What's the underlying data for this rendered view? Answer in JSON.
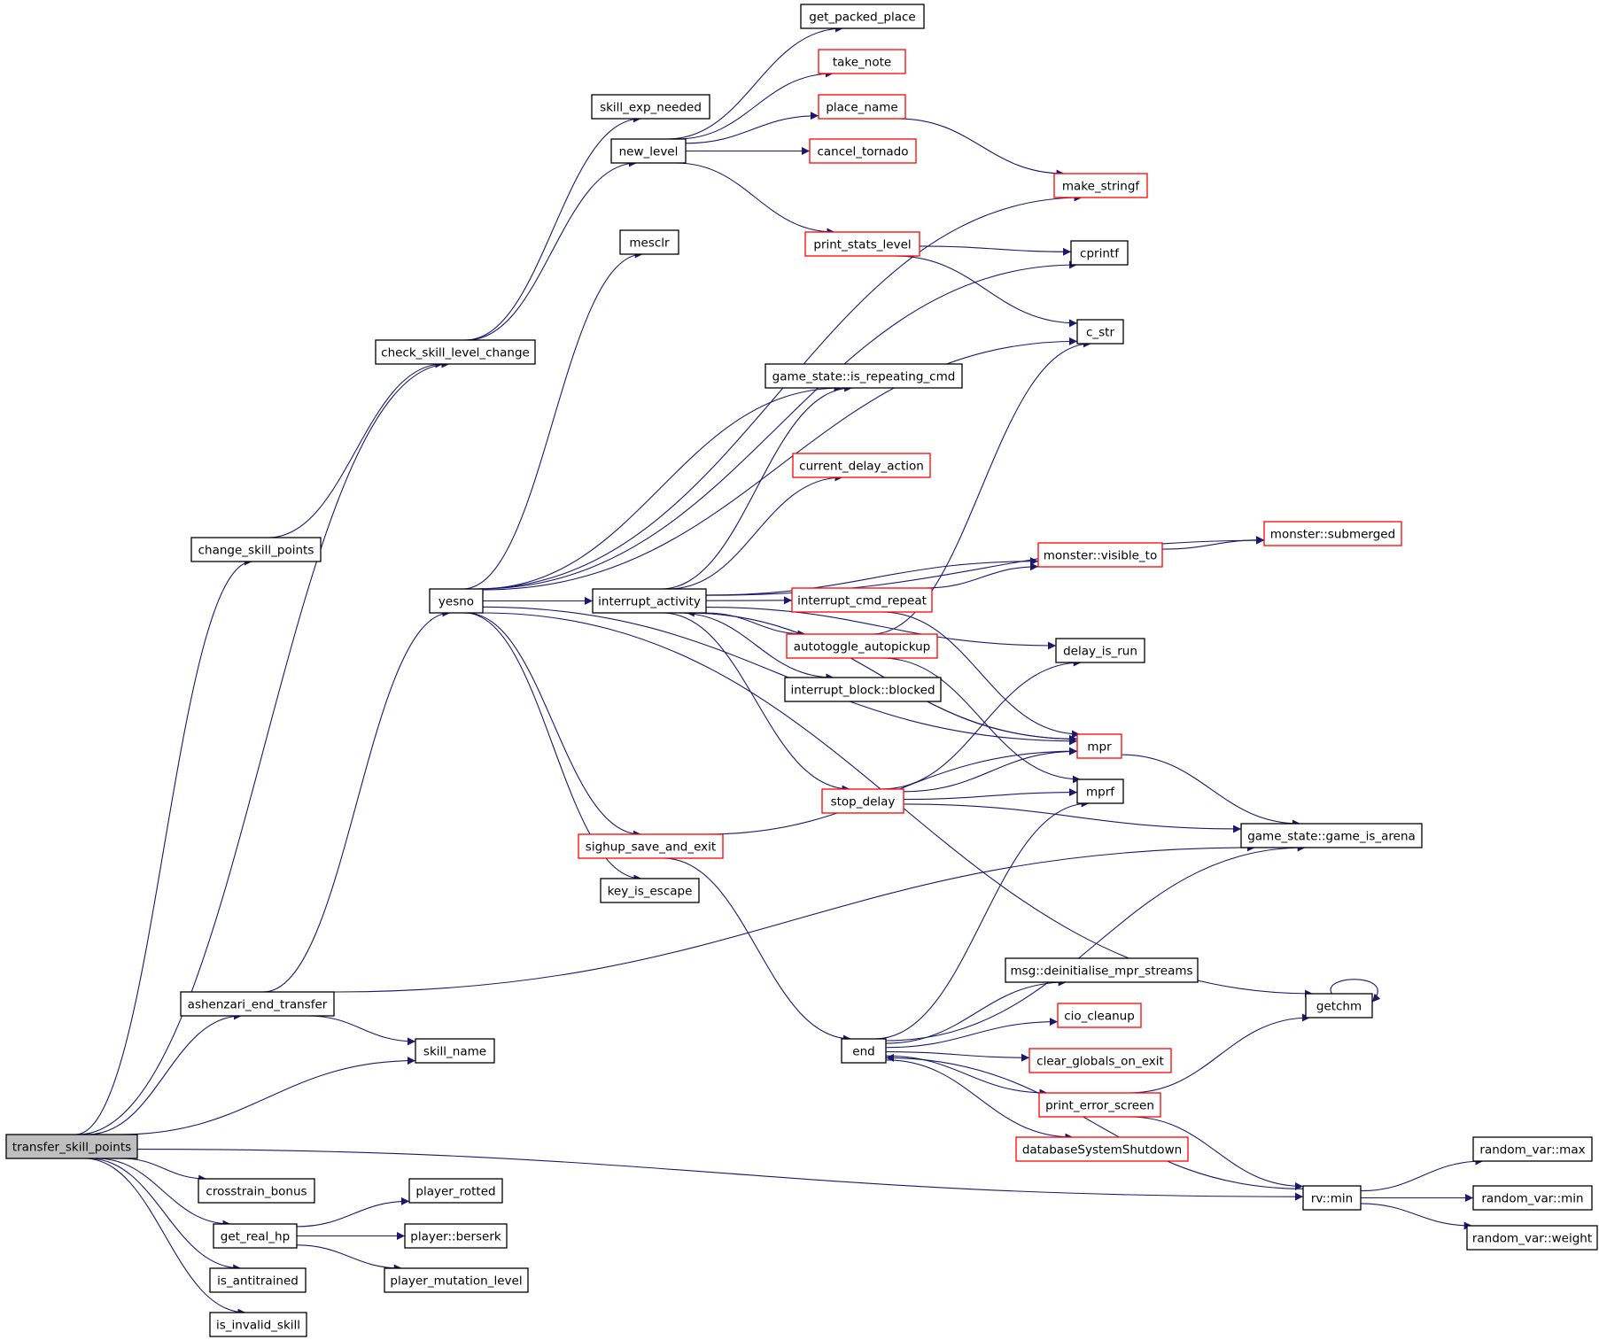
{
  "colors": {
    "edge": "#191970",
    "node_border": "#000000",
    "node_border_incomplete": "#ff0000",
    "root_fill": "#bfbfbf",
    "background": "#ffffff"
  },
  "nodes": [
    {
      "id": "transfer_skill_points",
      "label": "transfer_skill_points",
      "style": "root"
    },
    {
      "id": "change_skill_points",
      "label": "change_skill_points",
      "style": "black"
    },
    {
      "id": "check_skill_level_change",
      "label": "check_skill_level_change",
      "style": "black"
    },
    {
      "id": "skill_exp_needed",
      "label": "skill_exp_needed",
      "style": "black"
    },
    {
      "id": "new_level",
      "label": "new_level",
      "style": "black"
    },
    {
      "id": "get_packed_place",
      "label": "get_packed_place",
      "style": "black"
    },
    {
      "id": "take_note",
      "label": "take_note",
      "style": "red"
    },
    {
      "id": "place_name",
      "label": "place_name",
      "style": "red"
    },
    {
      "id": "cancel_tornado",
      "label": "cancel_tornado",
      "style": "red"
    },
    {
      "id": "make_stringf",
      "label": "make_stringf",
      "style": "red"
    },
    {
      "id": "print_stats_level",
      "label": "print_stats_level",
      "style": "red"
    },
    {
      "id": "cprintf",
      "label": "cprintf",
      "style": "black"
    },
    {
      "id": "c_str",
      "label": "c_str",
      "style": "black"
    },
    {
      "id": "mesclr",
      "label": "mesclr",
      "style": "black"
    },
    {
      "id": "yesno",
      "label": "yesno",
      "style": "black"
    },
    {
      "id": "game_state_is_repeating_cmd",
      "label": "game_state::is_repeating_cmd",
      "style": "black"
    },
    {
      "id": "current_delay_action",
      "label": "current_delay_action",
      "style": "red"
    },
    {
      "id": "monster_submerged",
      "label": "monster::submerged",
      "style": "red"
    },
    {
      "id": "monster_visible_to",
      "label": "monster::visible_to",
      "style": "red"
    },
    {
      "id": "interrupt_activity",
      "label": "interrupt_activity",
      "style": "black"
    },
    {
      "id": "interrupt_cmd_repeat",
      "label": "interrupt_cmd_repeat",
      "style": "red"
    },
    {
      "id": "autotoggle_autopickup",
      "label": "autotoggle_autopickup",
      "style": "red"
    },
    {
      "id": "delay_is_run",
      "label": "delay_is_run",
      "style": "black"
    },
    {
      "id": "interrupt_block_blocked",
      "label": "interrupt_block::blocked",
      "style": "black"
    },
    {
      "id": "mpr",
      "label": "mpr",
      "style": "red"
    },
    {
      "id": "stop_delay",
      "label": "stop_delay",
      "style": "red"
    },
    {
      "id": "mprf",
      "label": "mprf",
      "style": "black"
    },
    {
      "id": "game_state_game_is_arena",
      "label": "game_state::game_is_arena",
      "style": "black"
    },
    {
      "id": "sighup_save_and_exit",
      "label": "sighup_save_and_exit",
      "style": "red"
    },
    {
      "id": "key_is_escape",
      "label": "key_is_escape",
      "style": "black"
    },
    {
      "id": "msg_deinitialise_mpr_streams",
      "label": "msg::deinitialise_mpr_streams",
      "style": "black"
    },
    {
      "id": "getchm",
      "label": "getchm",
      "style": "black"
    },
    {
      "id": "ashenzari_end_transfer",
      "label": "ashenzari_end_transfer",
      "style": "black"
    },
    {
      "id": "cio_cleanup",
      "label": "cio_cleanup",
      "style": "red"
    },
    {
      "id": "skill_name",
      "label": "skill_name",
      "style": "black"
    },
    {
      "id": "end",
      "label": "end",
      "style": "black"
    },
    {
      "id": "clear_globals_on_exit",
      "label": "clear_globals_on_exit",
      "style": "red"
    },
    {
      "id": "print_error_screen",
      "label": "print_error_screen",
      "style": "red"
    },
    {
      "id": "databaseSystemShutdown",
      "label": "databaseSystemShutdown",
      "style": "red"
    },
    {
      "id": "random_var_max",
      "label": "random_var::max",
      "style": "black"
    },
    {
      "id": "crosstrain_bonus",
      "label": "crosstrain_bonus",
      "style": "black"
    },
    {
      "id": "player_rotted",
      "label": "player_rotted",
      "style": "black"
    },
    {
      "id": "rv_min",
      "label": "rv::min",
      "style": "black"
    },
    {
      "id": "random_var_min",
      "label": "random_var::min",
      "style": "black"
    },
    {
      "id": "get_real_hp",
      "label": "get_real_hp",
      "style": "black"
    },
    {
      "id": "player_berserk",
      "label": "player::berserk",
      "style": "black"
    },
    {
      "id": "random_var_weight",
      "label": "random_var::weight",
      "style": "black"
    },
    {
      "id": "is_antitrained",
      "label": "is_antitrained",
      "style": "black"
    },
    {
      "id": "player_mutation_level",
      "label": "player_mutation_level",
      "style": "black"
    },
    {
      "id": "is_invalid_skill",
      "label": "is_invalid_skill",
      "style": "black"
    }
  ],
  "edges": [
    [
      "transfer_skill_points",
      "change_skill_points"
    ],
    [
      "transfer_skill_points",
      "check_skill_level_change"
    ],
    [
      "transfer_skill_points",
      "ashenzari_end_transfer"
    ],
    [
      "transfer_skill_points",
      "skill_name"
    ],
    [
      "transfer_skill_points",
      "rv_min"
    ],
    [
      "transfer_skill_points",
      "crosstrain_bonus"
    ],
    [
      "transfer_skill_points",
      "get_real_hp"
    ],
    [
      "transfer_skill_points",
      "is_antitrained"
    ],
    [
      "transfer_skill_points",
      "is_invalid_skill"
    ],
    [
      "change_skill_points",
      "check_skill_level_change"
    ],
    [
      "check_skill_level_change",
      "skill_exp_needed"
    ],
    [
      "check_skill_level_change",
      "new_level"
    ],
    [
      "new_level",
      "get_packed_place"
    ],
    [
      "new_level",
      "take_note"
    ],
    [
      "new_level",
      "place_name"
    ],
    [
      "new_level",
      "cancel_tornado"
    ],
    [
      "new_level",
      "print_stats_level"
    ],
    [
      "place_name",
      "make_stringf"
    ],
    [
      "print_stats_level",
      "cprintf"
    ],
    [
      "print_stats_level",
      "c_str"
    ],
    [
      "ashenzari_end_transfer",
      "yesno"
    ],
    [
      "ashenzari_end_transfer",
      "skill_name"
    ],
    [
      "ashenzari_end_transfer",
      "game_state_game_is_arena"
    ],
    [
      "yesno",
      "make_stringf"
    ],
    [
      "yesno",
      "mesclr"
    ],
    [
      "yesno",
      "cprintf"
    ],
    [
      "yesno",
      "c_str"
    ],
    [
      "yesno",
      "game_state_is_repeating_cmd"
    ],
    [
      "yesno",
      "interrupt_activity"
    ],
    [
      "yesno",
      "mpr"
    ],
    [
      "yesno",
      "sighup_save_and_exit"
    ],
    [
      "yesno",
      "key_is_escape"
    ],
    [
      "yesno",
      "getchm"
    ],
    [
      "interrupt_activity",
      "game_state_is_repeating_cmd"
    ],
    [
      "interrupt_activity",
      "current_delay_action"
    ],
    [
      "interrupt_activity",
      "monster_visible_to"
    ],
    [
      "interrupt_activity",
      "monster_submerged"
    ],
    [
      "interrupt_activity",
      "interrupt_cmd_repeat"
    ],
    [
      "interrupt_activity",
      "autotoggle_autopickup"
    ],
    [
      "interrupt_activity",
      "delay_is_run"
    ],
    [
      "interrupt_activity",
      "interrupt_block_blocked"
    ],
    [
      "interrupt_activity",
      "mpr"
    ],
    [
      "interrupt_activity",
      "stop_delay"
    ],
    [
      "interrupt_cmd_repeat",
      "monster_visible_to"
    ],
    [
      "interrupt_cmd_repeat",
      "mpr"
    ],
    [
      "autotoggle_autopickup",
      "c_str"
    ],
    [
      "autotoggle_autopickup",
      "mprf"
    ],
    [
      "monster_visible_to",
      "monster_submerged"
    ],
    [
      "mpr",
      "game_state_game_is_arena"
    ],
    [
      "mpr",
      "interrupt_activity"
    ],
    [
      "stop_delay",
      "delay_is_run"
    ],
    [
      "stop_delay",
      "mpr"
    ],
    [
      "stop_delay",
      "mprf"
    ],
    [
      "stop_delay",
      "game_state_game_is_arena"
    ],
    [
      "sighup_save_and_exit",
      "mpr"
    ],
    [
      "sighup_save_and_exit",
      "end"
    ],
    [
      "end",
      "game_state_game_is_arena"
    ],
    [
      "end",
      "mprf"
    ],
    [
      "end",
      "msg_deinitialise_mpr_streams"
    ],
    [
      "end",
      "cio_cleanup"
    ],
    [
      "end",
      "clear_globals_on_exit"
    ],
    [
      "end",
      "print_error_screen"
    ],
    [
      "end",
      "databaseSystemShutdown"
    ],
    [
      "print_error_screen",
      "getchm"
    ],
    [
      "print_error_screen",
      "rv_min"
    ],
    [
      "getchm",
      "getchm"
    ],
    [
      "rv_min",
      "end"
    ],
    [
      "rv_min",
      "random_var_max"
    ],
    [
      "rv_min",
      "random_var_min"
    ],
    [
      "rv_min",
      "random_var_weight"
    ],
    [
      "get_real_hp",
      "player_rotted"
    ],
    [
      "get_real_hp",
      "player_berserk"
    ],
    [
      "get_real_hp",
      "player_mutation_level"
    ]
  ]
}
